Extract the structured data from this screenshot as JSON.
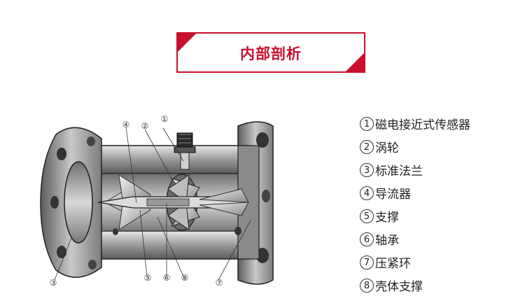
{
  "header": {
    "title": "内部剖析"
  },
  "callouts": [
    "①",
    "②",
    "③",
    "④",
    "⑤",
    "⑥",
    "⑦",
    "⑧"
  ],
  "legend": [
    {
      "num": "1",
      "label": "磁电接近式传感器"
    },
    {
      "num": "2",
      "label": "涡轮"
    },
    {
      "num": "3",
      "label": "标准法兰"
    },
    {
      "num": "4",
      "label": "导流器"
    },
    {
      "num": "5",
      "label": "支撑"
    },
    {
      "num": "6",
      "label": "轴承"
    },
    {
      "num": "7",
      "label": "压紧环"
    },
    {
      "num": "8",
      "label": "壳体支撑"
    }
  ],
  "colors": {
    "accent": "#c8102e"
  }
}
